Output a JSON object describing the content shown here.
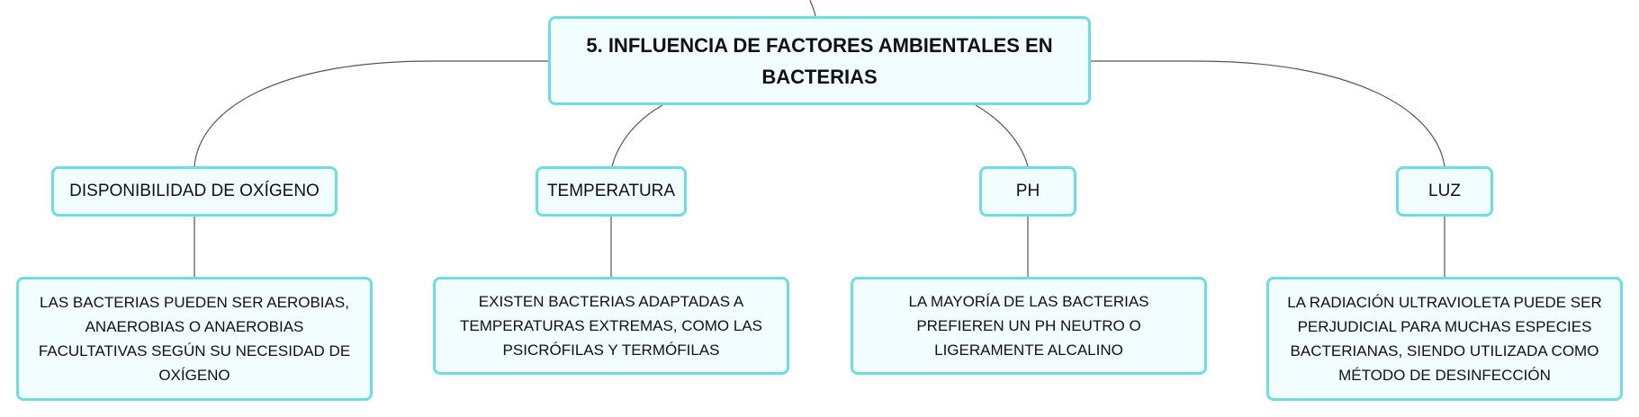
{
  "diagram": {
    "root": {
      "title": "5. INFLUENCIA DE FACTORES AMBIENTALES EN BACTERIAS"
    },
    "branches": [
      {
        "label": "DISPONIBILIDAD DE OXÍGENO",
        "detail": "LAS BACTERIAS PUEDEN SER AEROBIAS, ANAEROBIAS O ANAEROBIAS FACULTATIVAS SEGÚN SU NECESIDAD DE OXÍGENO"
      },
      {
        "label": "TEMPERATURA",
        "detail": "EXISTEN BACTERIAS ADAPTADAS A TEMPERATURAS EXTREMAS, COMO LAS PSICRÓFILAS Y TERMÓFILAS"
      },
      {
        "label": "PH",
        "detail": "LA MAYORÍA DE LAS BACTERIAS PREFIEREN UN PH NEUTRO O LIGERAMENTE ALCALINO"
      },
      {
        "label": "LUZ",
        "detail": "LA RADIACIÓN ULTRAVIOLETA PUEDE SER PERJUDICIAL PARA MUCHAS ESPECIES BACTERIANAS, SIENDO UTILIZADA COMO MÉTODO DE DESINFECCIÓN"
      }
    ],
    "colors": {
      "node_fill": "#f1fdfe",
      "node_border": "#6fdddf",
      "connector": "#555555",
      "text": "#111111"
    }
  }
}
